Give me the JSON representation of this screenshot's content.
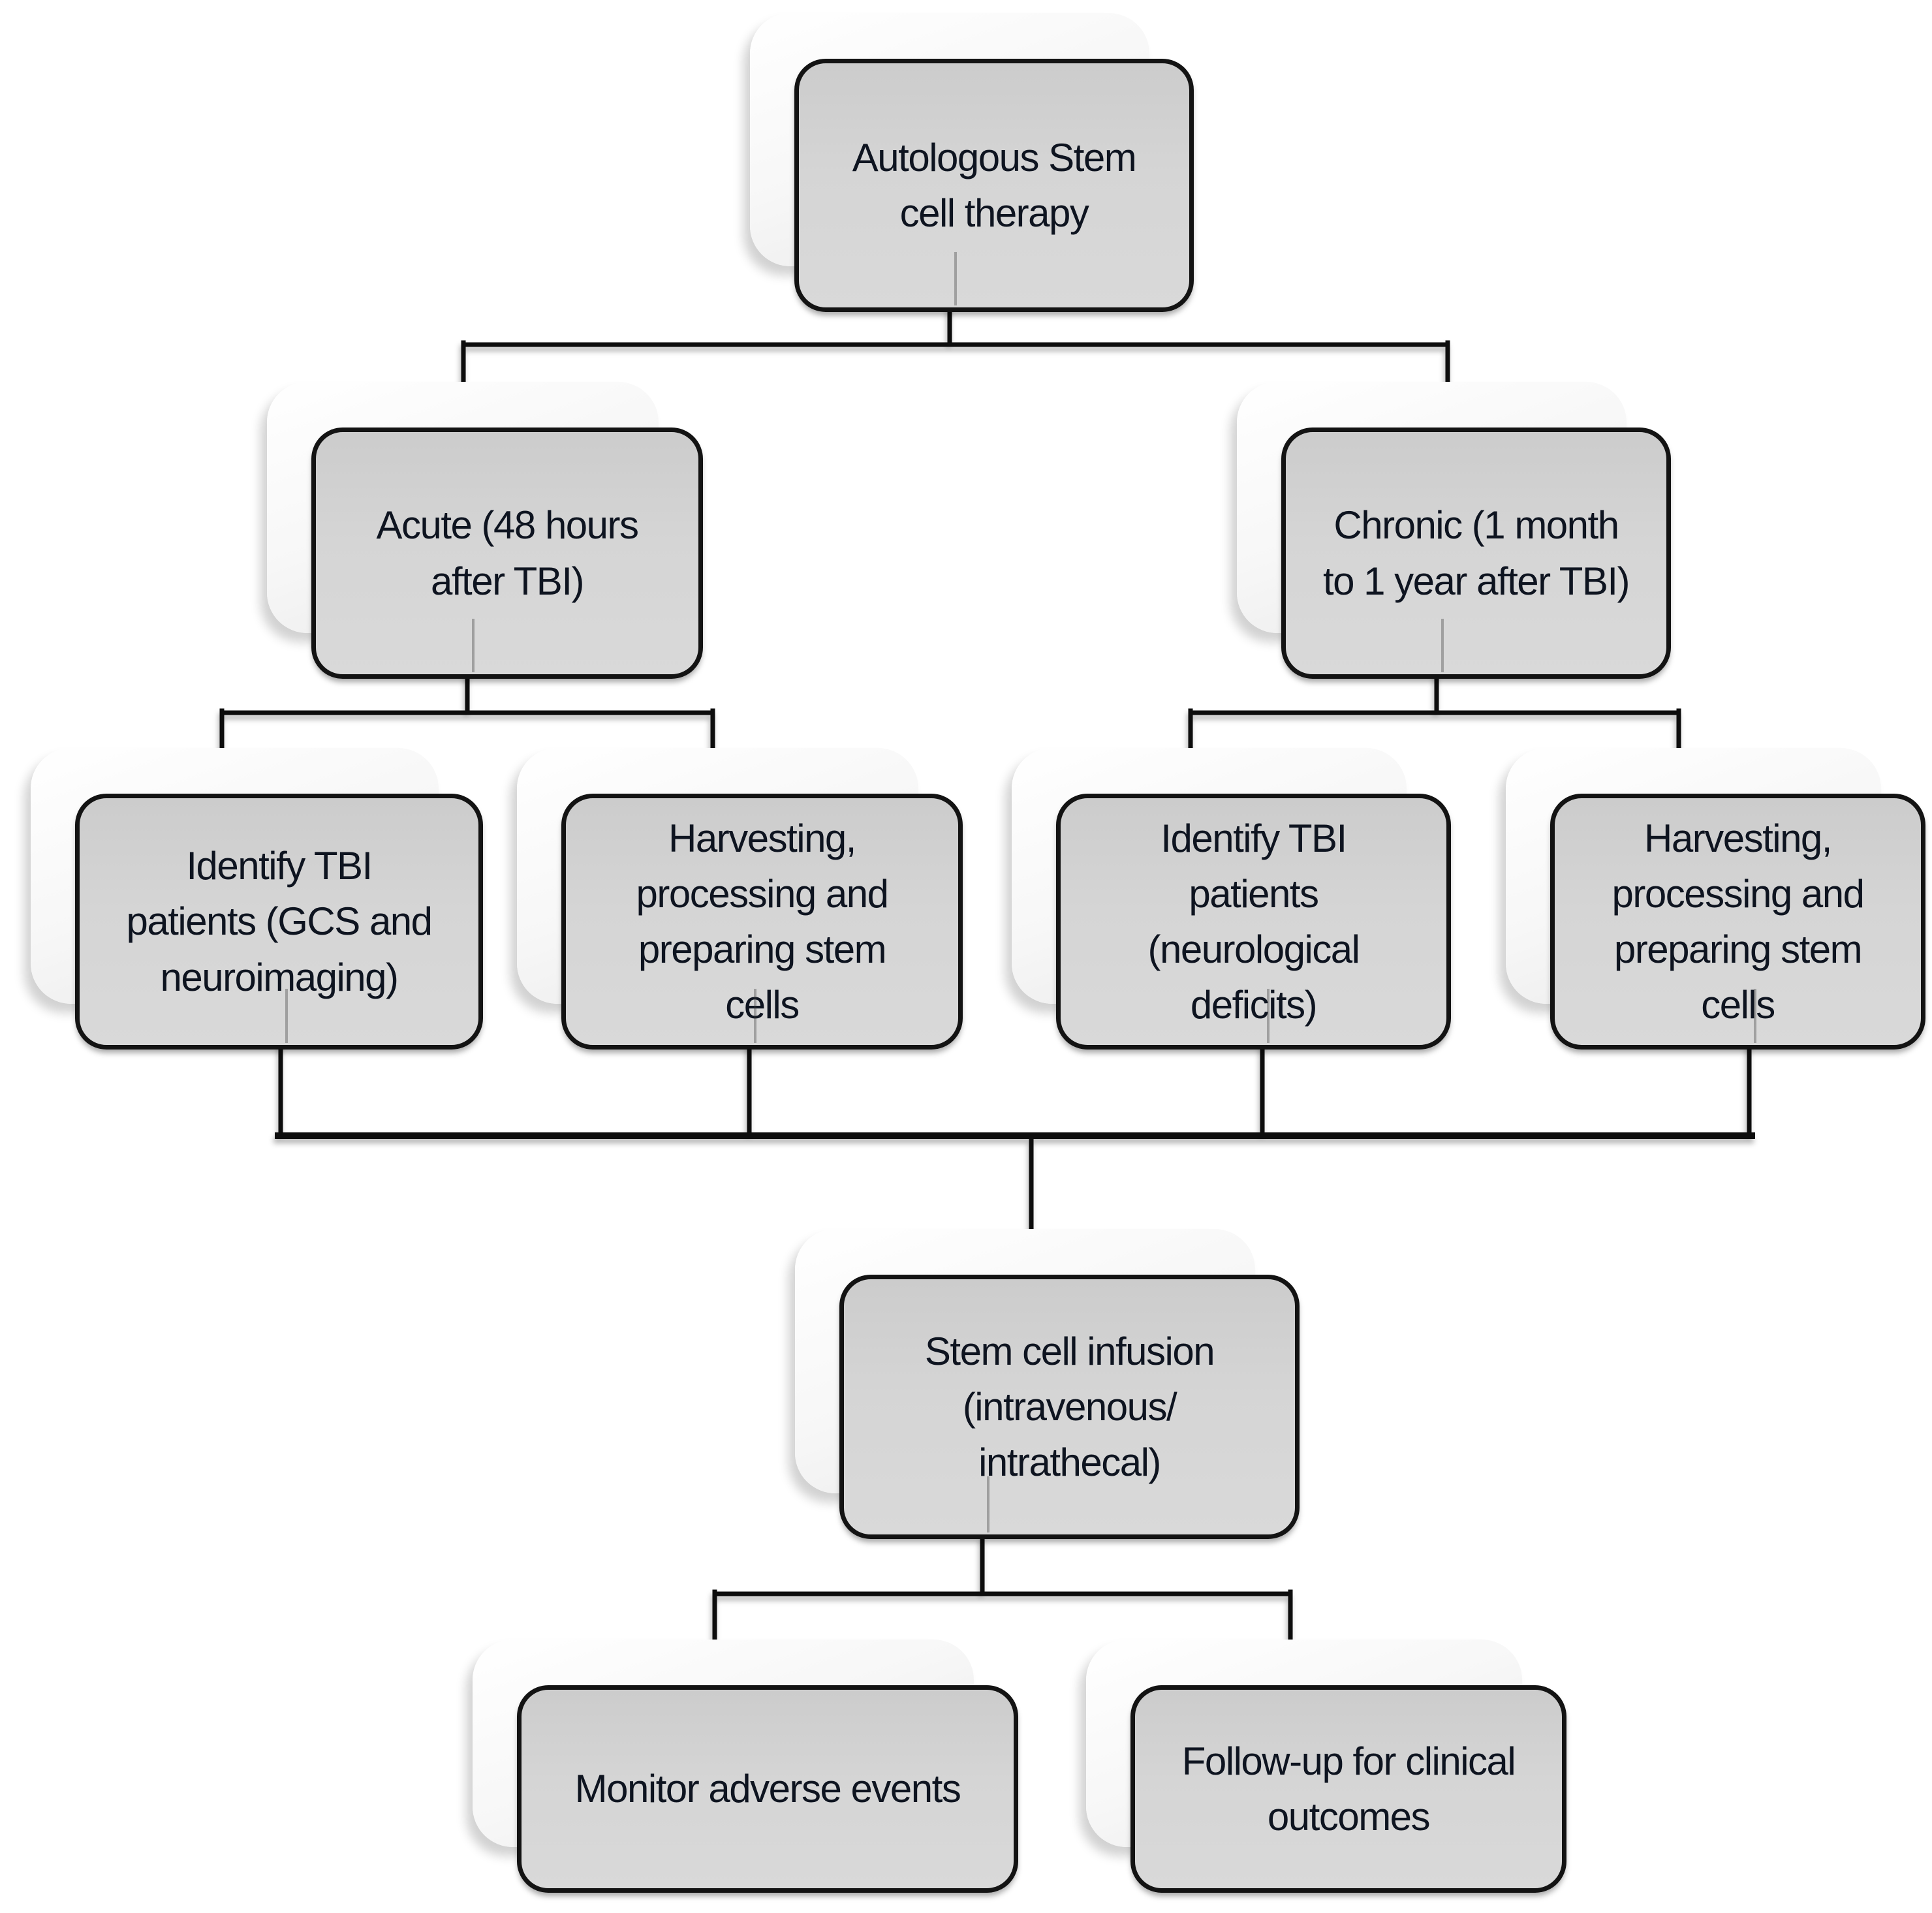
{
  "diagram": {
    "type": "flowchart",
    "topic": "Autologous stem cell therapy pathway for traumatic brain injury (TBI)"
  },
  "colors": {
    "background": "#ffffff",
    "node_fill": "#d3d3d3",
    "node_border": "#131313",
    "node_text": "#0e1420",
    "connector": "#0d0d0d",
    "shadow_card": "#f2f2f2"
  },
  "nodes": {
    "root": {
      "label": "Autologous Stem\ncell therapy"
    },
    "acute": {
      "label": "Acute (48 hours\nafter TBI)"
    },
    "chronic": {
      "label": "Chronic (1 month\nto 1 year after TBI)"
    },
    "identify_acute": {
      "label": "Identify TBI\npatients  (GCS and\nneuroimaging)"
    },
    "harvest_acute": {
      "label": "Harvesting,\nprocessing and\npreparing stem\ncells"
    },
    "identify_chronic": {
      "label": "Identify TBI\npatients\n(neurological\ndeficits)"
    },
    "harvest_chronic": {
      "label": "Harvesting,\nprocessing and\npreparing stem\ncells"
    },
    "infusion": {
      "label": "Stem cell infusion\n(intravenous/\nintrathecal)"
    },
    "monitor": {
      "label": "Monitor adverse events"
    },
    "followup": {
      "label": "Follow-up for clinical\noutcomes"
    }
  },
  "edges": [
    {
      "from": "root",
      "to": "acute"
    },
    {
      "from": "root",
      "to": "chronic"
    },
    {
      "from": "acute",
      "to": "identify_acute"
    },
    {
      "from": "acute",
      "to": "harvest_acute"
    },
    {
      "from": "chronic",
      "to": "identify_chronic"
    },
    {
      "from": "chronic",
      "to": "harvest_chronic"
    },
    {
      "from": "identify_acute",
      "to": "infusion"
    },
    {
      "from": "harvest_acute",
      "to": "infusion"
    },
    {
      "from": "identify_chronic",
      "to": "infusion"
    },
    {
      "from": "harvest_chronic",
      "to": "infusion"
    },
    {
      "from": "infusion",
      "to": "monitor"
    },
    {
      "from": "infusion",
      "to": "followup"
    }
  ]
}
